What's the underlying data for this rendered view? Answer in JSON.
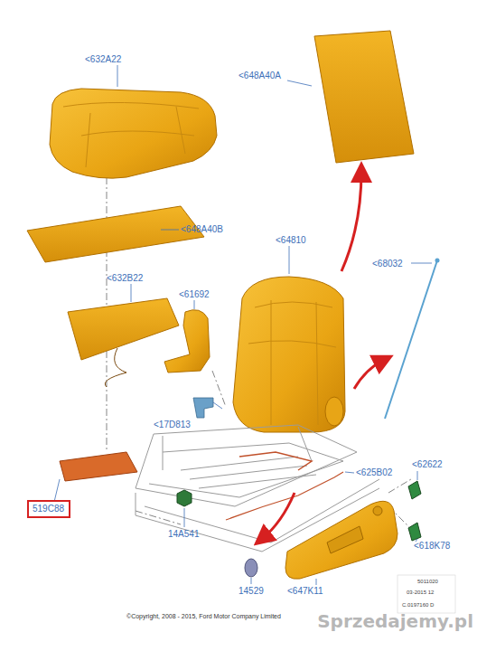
{
  "diagram": {
    "nodes": [
      {
        "text": [
          "519C88"
        ]
      }
    ],
    "labels": [
      "<632A22",
      "<648A40A",
      "<648A40B",
      "<64810",
      "<632B22",
      "<61692",
      "<68032",
      "<17D813",
      "<62622",
      "<625B02",
      "<618K78",
      "14A541",
      "14529",
      "<647K11",
      "©Copyright, 2008 - 2015, Ford Motor Company Limited",
      "5011020",
      "03-2015 12",
      "C.0197160 D",
      "Sprzedajemy.pl"
    ]
  }
}
